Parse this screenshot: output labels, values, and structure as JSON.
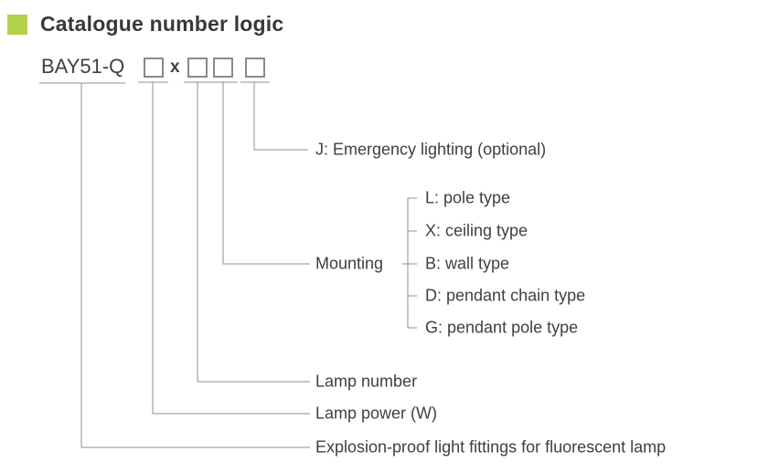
{
  "title": "Catalogue number logic",
  "code": {
    "prefix": "BAY51-Q",
    "separator": "x"
  },
  "labels": {
    "emergency": "J: Emergency lighting (optional)",
    "mounting": "Mounting",
    "mounting_options": [
      "L: pole type",
      "X: ceiling type",
      "B: wall type",
      "D: pendant chain type",
      "G: pendant pole type"
    ],
    "lamp_number": "Lamp number",
    "lamp_power": "Lamp power (W)",
    "product": "Explosion-proof light fittings for fluorescent lamp"
  },
  "colors": {
    "accent": "#b2d249",
    "line": "#8f8f8f",
    "text": "#3f3f3f"
  }
}
